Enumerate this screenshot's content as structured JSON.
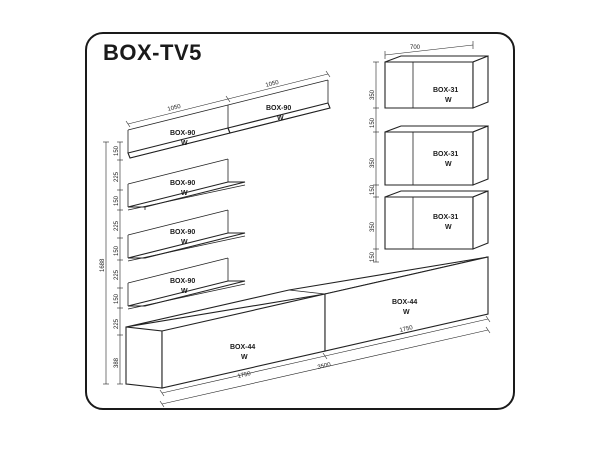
{
  "title": "BOX-TV5",
  "labels": {
    "box90": "BOX-90",
    "box31": "BOX-31",
    "box44": "BOX-44",
    "w": "W"
  },
  "dims": {
    "d700": "700",
    "d1050": "1050",
    "d350": "350",
    "d150": "150",
    "d225": "225",
    "d1688": "1688",
    "d388": "388",
    "d1750": "1750",
    "d3500": "3500"
  }
}
